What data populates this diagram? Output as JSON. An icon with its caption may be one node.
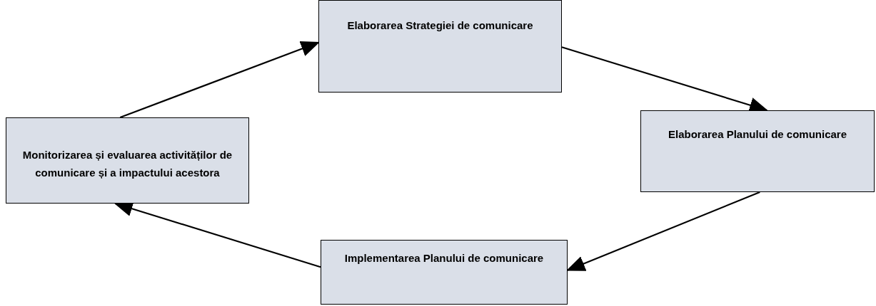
{
  "diagram": {
    "nodes": [
      {
        "text": [
          "Elaborarea Strategiei de comunicare"
        ]
      },
      {
        "text": [
          "Elaborarea Planului de comunicare"
        ]
      },
      {
        "text": [
          "Implementarea Planului de comunicare"
        ]
      },
      {
        "text": [
          "Monitorizarea și evaluarea activităților de comunicare și a impactului acestora"
        ]
      }
    ],
    "edges": [
      {
        "from": 3,
        "to": 0,
        "arrow": "to"
      },
      {
        "from": 0,
        "to": 1,
        "arrow": "to"
      },
      {
        "from": 1,
        "to": 2,
        "arrow": "to"
      },
      {
        "from": 2,
        "to": 3,
        "arrow": "to"
      }
    ]
  }
}
